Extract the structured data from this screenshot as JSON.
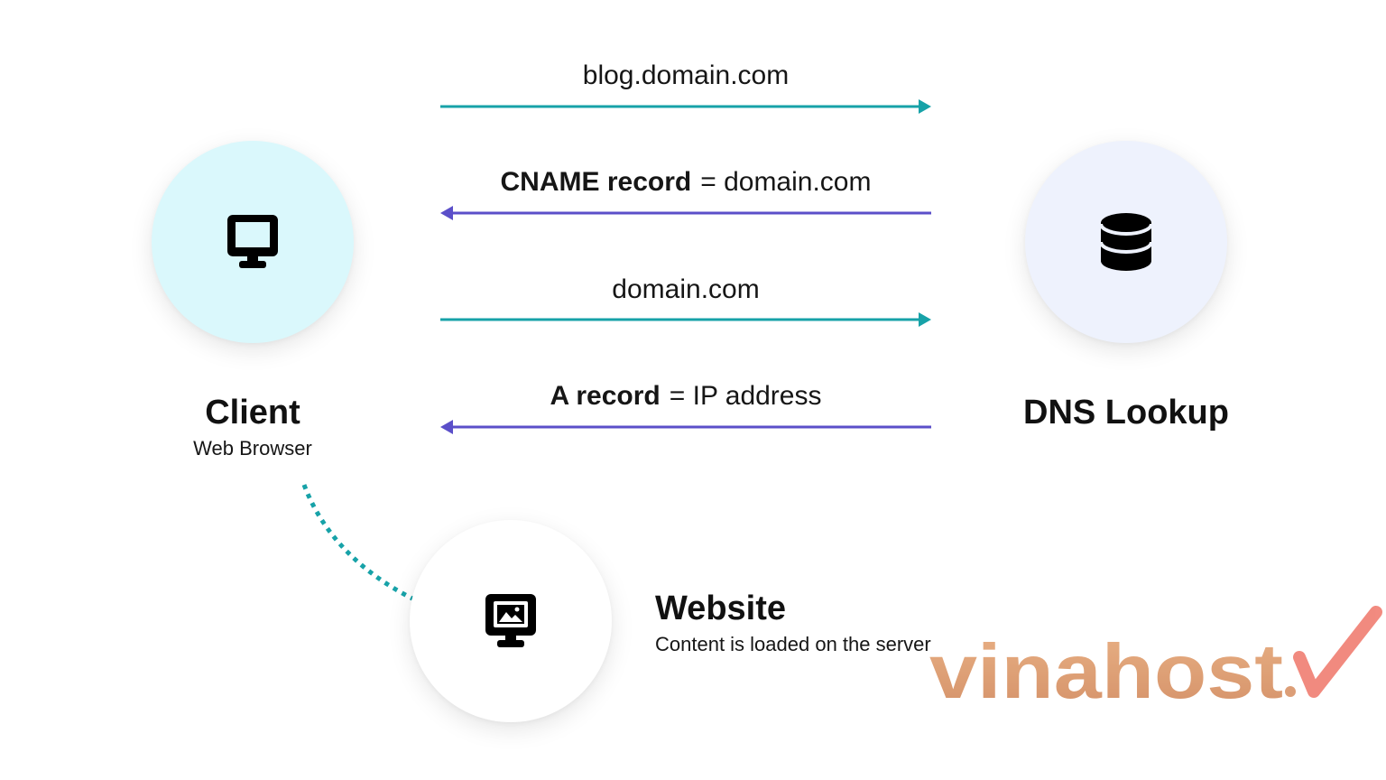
{
  "client": {
    "title": "Client",
    "subtitle": "Web Browser",
    "icon": "monitor-icon"
  },
  "dns": {
    "title": "DNS Lookup",
    "icon": "database-icon"
  },
  "website": {
    "title": "Website",
    "subtitle": "Content is loaded on the server",
    "icon": "monitor-image-icon"
  },
  "messages": [
    {
      "bold": "",
      "text": "blog.domain.com"
    },
    {
      "bold": "CNAME record",
      "text": "= domain.com"
    },
    {
      "bold": "",
      "text": "domain.com"
    },
    {
      "bold": "A record",
      "text": "= IP address"
    }
  ],
  "watermark": {
    "text": "vinahost"
  },
  "colors": {
    "request": "#17a2a8",
    "response": "#5b4fc9",
    "client_fill": "#daf8fc",
    "dns_fill": "#eef2fd",
    "website_fill": "#ffffff",
    "watermark_text": "#d38452",
    "watermark_check": "#ee6a5c"
  }
}
